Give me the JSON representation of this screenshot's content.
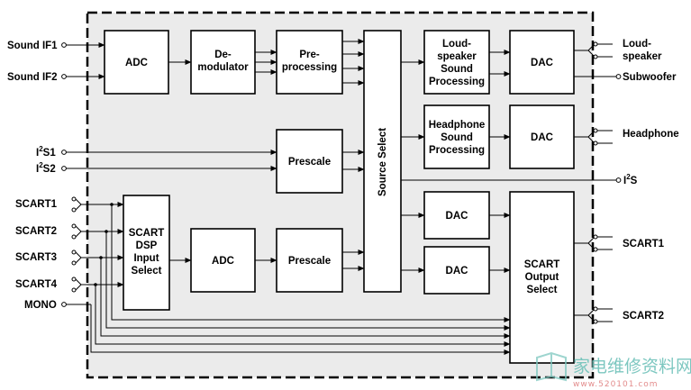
{
  "inputs": {
    "sound_if1": "Sound IF1",
    "sound_if2": "Sound IF2",
    "i2s1_base": "I",
    "i2s1_sup": "2",
    "i2s1_tail": "S1",
    "i2s2_base": "I",
    "i2s2_sup": "2",
    "i2s2_tail": "S2",
    "scart1": "SCART1",
    "scart2": "SCART2",
    "scart3": "SCART3",
    "scart4": "SCART4",
    "mono": "MONO"
  },
  "outputs": {
    "loudspeaker_l1": "Loud-",
    "loudspeaker_l2": "speaker",
    "subwoofer": "Subwoofer",
    "headphone": "Headphone",
    "i2s_base": "I",
    "i2s_sup": "2",
    "i2s_tail": "S",
    "scart1": "SCART1",
    "scart2": "SCART2"
  },
  "blocks": {
    "adc_top": "ADC",
    "demod_l1": "De-",
    "demod_l2": "modulator",
    "preproc_l1": "Pre-",
    "preproc_l2": "processing",
    "source_select": "Source Select",
    "loud_l1": "Loud-",
    "loud_l2": "speaker",
    "loud_l3": "Sound",
    "loud_l4": "Processing",
    "dac_loud": "DAC",
    "hp_l1": "Headphone",
    "hp_l2": "Sound",
    "hp_l3": "Processing",
    "dac_hp": "DAC",
    "prescale_i2s": "Prescale",
    "scartdsp_l1": "SCART",
    "scartdsp_l2": "DSP",
    "scartdsp_l3": "Input",
    "scartdsp_l4": "Select",
    "adc_bottom": "ADC",
    "prescale_bottom": "Prescale",
    "dac_scart_a": "DAC",
    "dac_scart_b": "DAC",
    "scartout_l1": "SCART",
    "scartout_l2": "Output",
    "scartout_l3": "Select"
  },
  "watermark": {
    "chinese": "家电维修资料网",
    "url": "www.520101.com"
  }
}
